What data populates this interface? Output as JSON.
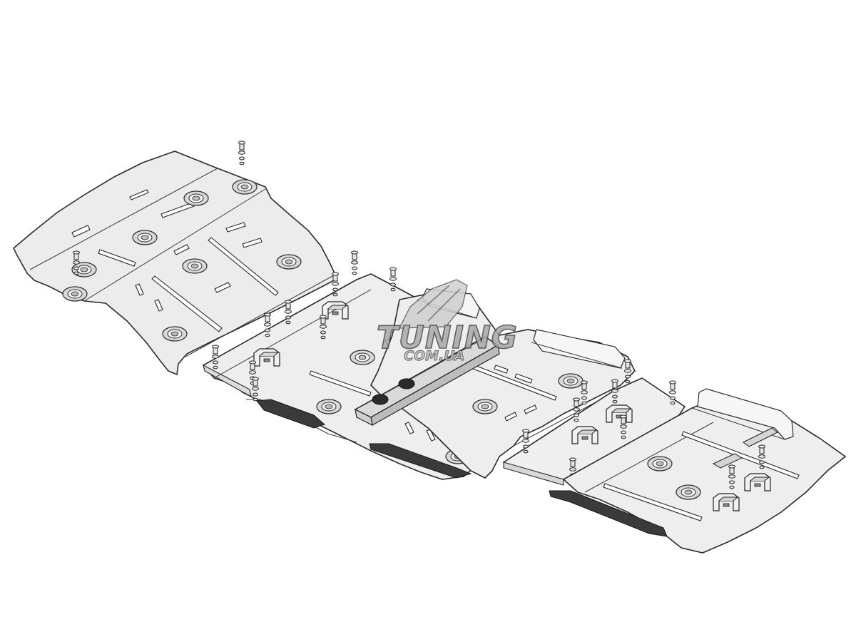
{
  "watermark": {
    "main_text": "TUNING",
    "sub_text": "COM.UA"
  },
  "colors": {
    "plate_fill": "#ececec",
    "plate_stroke": "#2b2b2b",
    "shadow_fill": "#d9d9d9",
    "rubber_strip": "#3a3a3a",
    "background": "#ffffff"
  },
  "parts": {
    "plates": [
      "front-skid-plate",
      "engine-skid-plate",
      "gearbox-skid-plate",
      "transfer-case-plate",
      "rear-skid-plate"
    ],
    "brackets": [
      "mounting-bracket",
      "crossmember-channel"
    ],
    "hardware": [
      "bolt",
      "washer",
      "nut"
    ]
  }
}
